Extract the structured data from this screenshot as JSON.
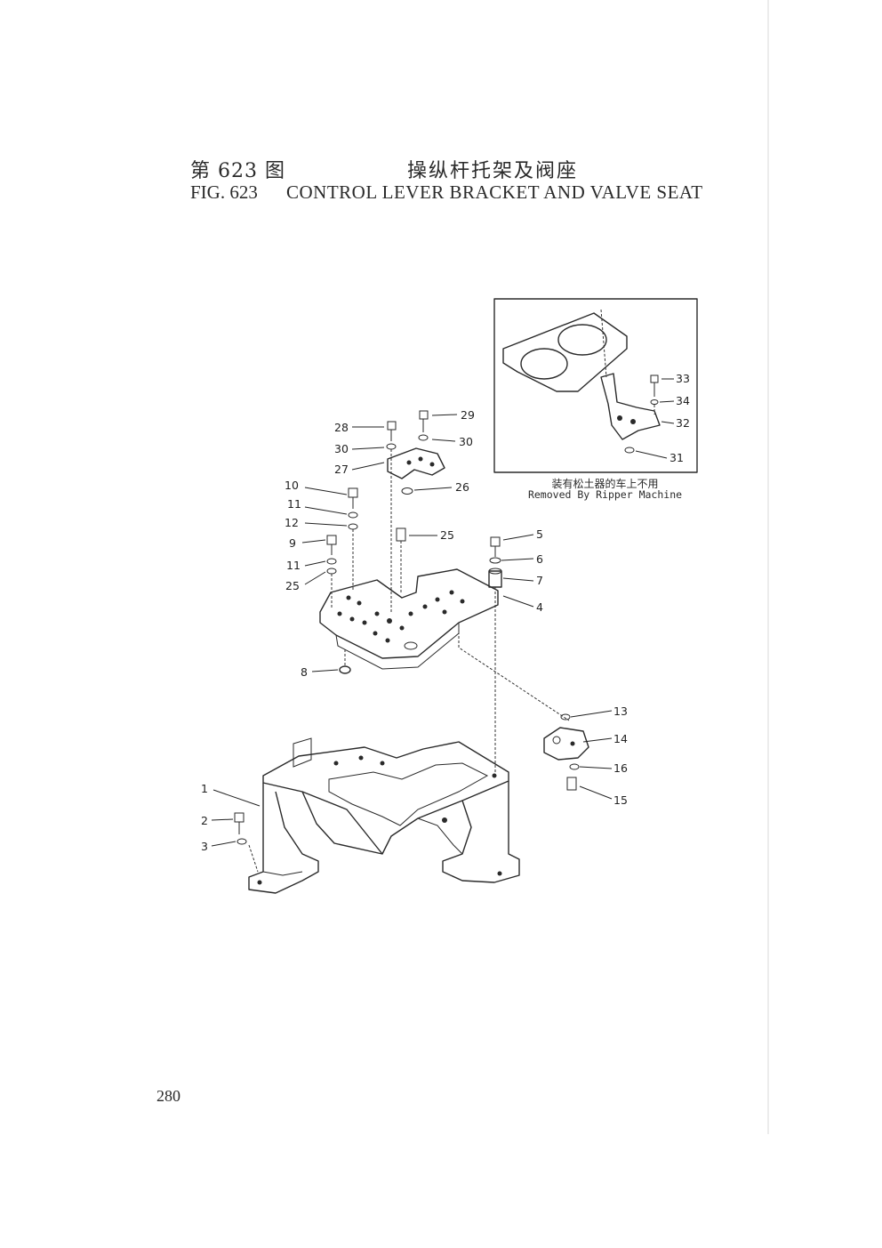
{
  "header": {
    "cn_fig": "第 623 图",
    "cn_title": "操纵杆托架及阀座",
    "en_fig": "FIG. 623",
    "en_title": "CONTROL LEVER BRACKET AND VALVE SEAT"
  },
  "inset": {
    "note_cn": "装有松土器的车上不用",
    "note_en": "Removed By Ripper Machine",
    "callouts": [
      "33",
      "34",
      "32",
      "31"
    ]
  },
  "callouts": {
    "c1": "1",
    "c2": "2",
    "c3": "3",
    "c4": "4",
    "c5": "5",
    "c6": "6",
    "c7": "7",
    "c8": "8",
    "c9": "9",
    "c10": "10",
    "c11a": "11",
    "c11b": "11",
    "c12": "12",
    "c13": "13",
    "c14": "14",
    "c15": "15",
    "c16": "16",
    "c25a": "25",
    "c25b": "25",
    "c26": "26",
    "c27": "27",
    "c28": "28",
    "c29": "29",
    "c30a": "30",
    "c30b": "30",
    "c31": "31",
    "c32": "32",
    "c33": "33",
    "c34": "34"
  },
  "footer": {
    "page_number": "280"
  }
}
